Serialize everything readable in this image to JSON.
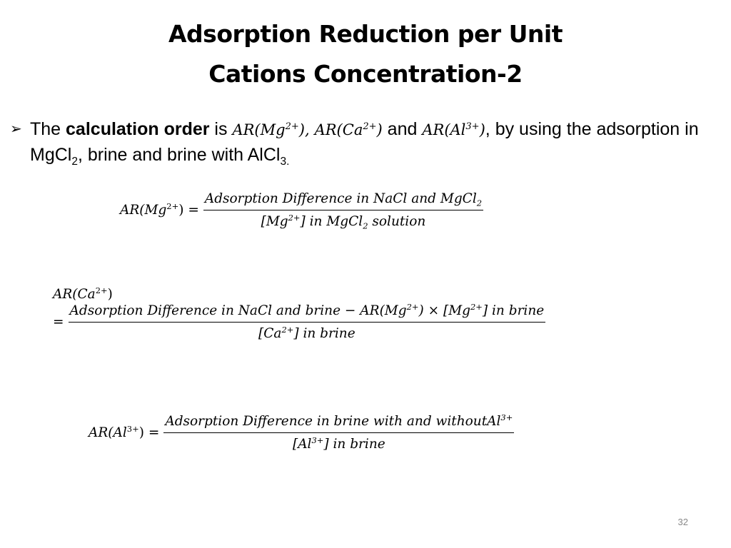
{
  "slide": {
    "title_line1": "Adsorption Reduction per Unit",
    "title_line2": "Cations Concentration-2",
    "bullet": {
      "arrow": "➢",
      "t1": "The ",
      "bold": "calculation order",
      "t2": " is ",
      "ar_mg": "AR(Mg",
      "mg_sup": "2+",
      "close1": "),",
      "ar_ca": "AR(Ca",
      "ca_sup": "2+",
      "close2": ")",
      "t3": " and ",
      "ar_al": "AR(Al",
      "al_sup": "3+",
      "close3": ")",
      "t4": ", by using the adsorption in MgCl",
      "sub2": "2",
      "t5": ", brine and brine with AlCl",
      "sub3": "3."
    },
    "eq1": {
      "lhs": "AR(Mg",
      "lhs_sup": "2+",
      "lhs_end": ") =",
      "num": "Adsorption Dif​ference in NaCl and MgCl",
      "num_sub": "2",
      "den_a": "[Mg",
      "den_sup": "2+",
      "den_b": "] in MgCl",
      "den_sub": "2",
      "den_c": " solution"
    },
    "eq2": {
      "lhs": "AR(Ca",
      "lhs_sup": "2+",
      "lhs_end": ")",
      "eq": "=",
      "num_a": "Adsorption Dif​ference in NaCl and brine − AR(Mg",
      "num_sup1": "2+",
      "num_b": ") × [Mg",
      "num_sup2": "2+",
      "num_c": "] in brine",
      "den_a": "[Ca",
      "den_sup": "2+",
      "den_b": "] in brine"
    },
    "eq3": {
      "lhs": "AR(Al",
      "lhs_sup": "3+",
      "lhs_end": ") =",
      "num": "Adsorption Dif​ference in brine with and withoutAl",
      "num_sup": "3+",
      "den_a": "[Al",
      "den_sup": "3+",
      "den_b": "] in brine"
    },
    "page_number": "32"
  }
}
